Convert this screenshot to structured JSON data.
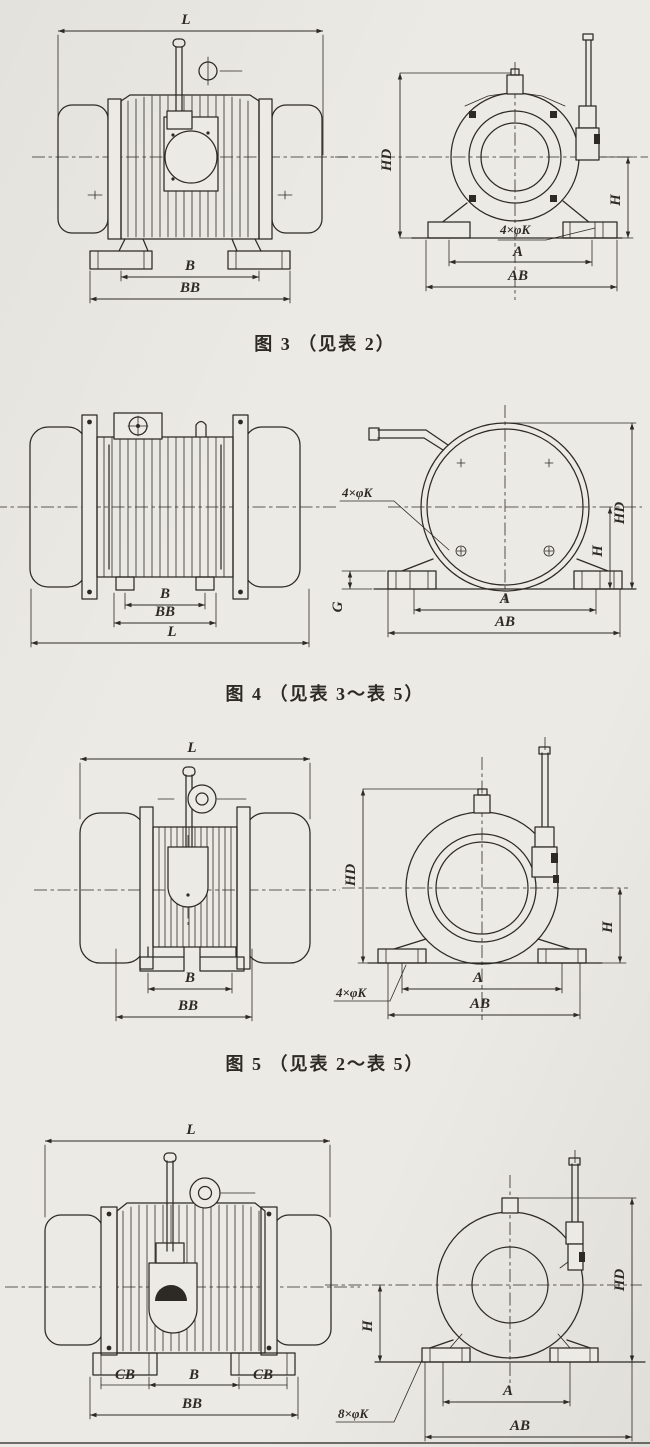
{
  "page": {
    "bg_color": "#eceae4",
    "ink_color": "#2d2a26"
  },
  "figure3": {
    "caption": "图 3 （见表 2）",
    "side": {
      "L": "L",
      "B": "B",
      "BB": "BB"
    },
    "front": {
      "HD": "HD",
      "H": "H",
      "holes": "4×φK",
      "A": "A",
      "AB": "AB"
    }
  },
  "figure4": {
    "caption": "图 4 （见表 3～表 5）",
    "side": {
      "B": "B",
      "BB": "BB",
      "L": "L"
    },
    "front": {
      "holes": "4×φK",
      "G": "G",
      "HD": "HD",
      "H": "H",
      "A": "A",
      "AB": "AB"
    }
  },
  "figure5": {
    "caption": "图 5 （见表 2～表 5）",
    "side": {
      "L": "L",
      "B": "B",
      "BB": "BB"
    },
    "front": {
      "HD": "HD",
      "H": "H",
      "holes": "4×φK",
      "A": "A",
      "AB": "AB"
    }
  },
  "figure6": {
    "side": {
      "L": "L",
      "CB_left": "CB",
      "B": "B",
      "CB_right": "CB",
      "BB": "BB"
    },
    "front": {
      "HD": "HD",
      "H": "H",
      "holes": "8×φK",
      "A": "A",
      "AB": "AB"
    }
  }
}
